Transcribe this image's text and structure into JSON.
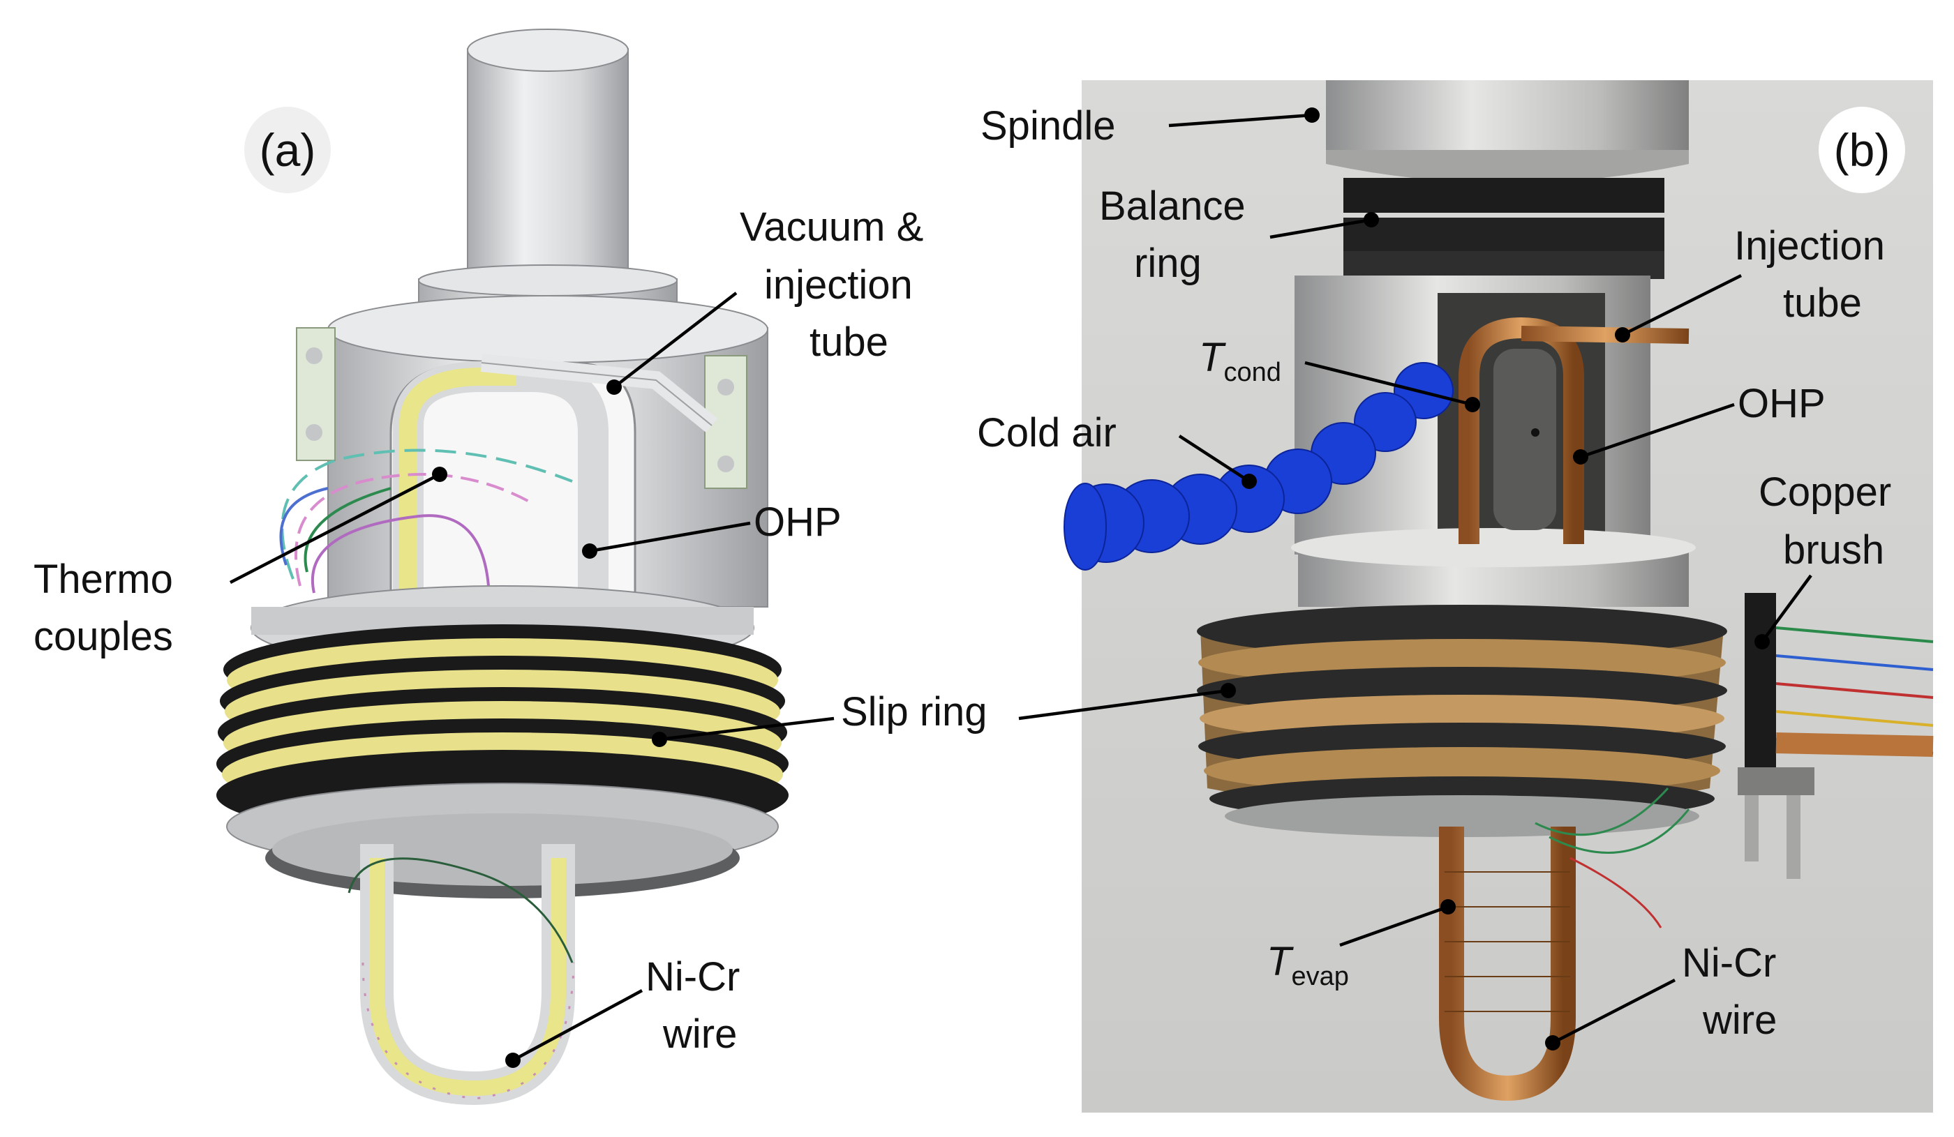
{
  "panel_a": {
    "tag": "(a)",
    "labels": {
      "vacuum_line1": "Vacuum &",
      "vacuum_line2": "injection",
      "vacuum_line3": "tube",
      "thermo_line1": "Thermo",
      "thermo_line2": "couples",
      "ohp": "OHP",
      "slip_ring": "Slip ring",
      "nicr_line1": "Ni-Cr",
      "nicr_line2": "wire"
    }
  },
  "panel_b": {
    "tag": "(b)",
    "labels": {
      "spindle": "Spindle",
      "balance_line1": "Balance",
      "balance_line2": "ring",
      "injection_line1": "Injection",
      "injection_line2": "tube",
      "t_cond_main": "T",
      "t_cond_sub": "cond",
      "cold_air": "Cold air",
      "ohp": "OHP",
      "copper_line1": "Copper",
      "copper_line2": "brush",
      "t_evap_main": "T",
      "t_evap_sub": "evap",
      "nicr_line1": "Ni-Cr",
      "nicr_line2": "wire"
    }
  },
  "colors": {
    "cad_grey": "#cfd1d3",
    "cad_dark": "#9a9c9f",
    "cad_ring_yellow": "#e8e08a",
    "ring_black": "#1a1a1a",
    "photo_bg": "#cfcfcd",
    "copper": "#b8743a",
    "blue_hose": "#1a3fd6"
  }
}
